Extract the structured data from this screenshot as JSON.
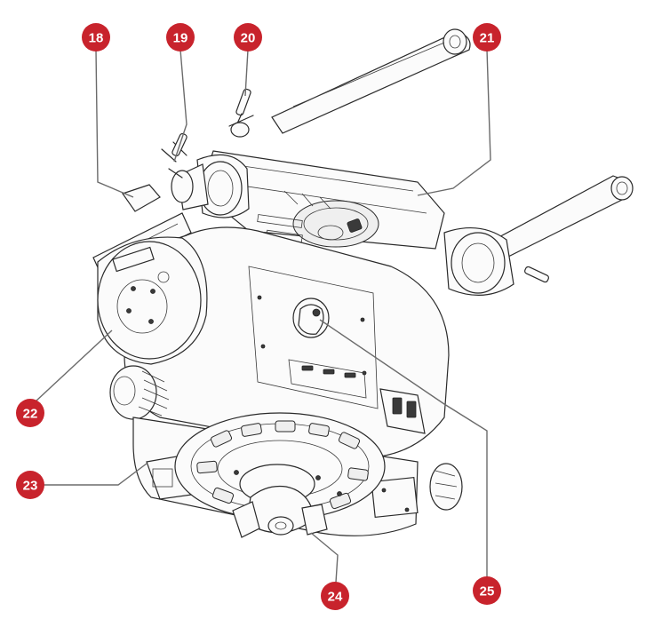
{
  "accent_color": "#c8232c",
  "callouts": [
    {
      "id": "c18",
      "label": "18"
    },
    {
      "id": "c19",
      "label": "19"
    },
    {
      "id": "c20",
      "label": "20"
    },
    {
      "id": "c21",
      "label": "21"
    },
    {
      "id": "c22",
      "label": "22"
    },
    {
      "id": "c23",
      "label": "23"
    },
    {
      "id": "c24",
      "label": "24"
    },
    {
      "id": "c25",
      "label": "25"
    }
  ]
}
